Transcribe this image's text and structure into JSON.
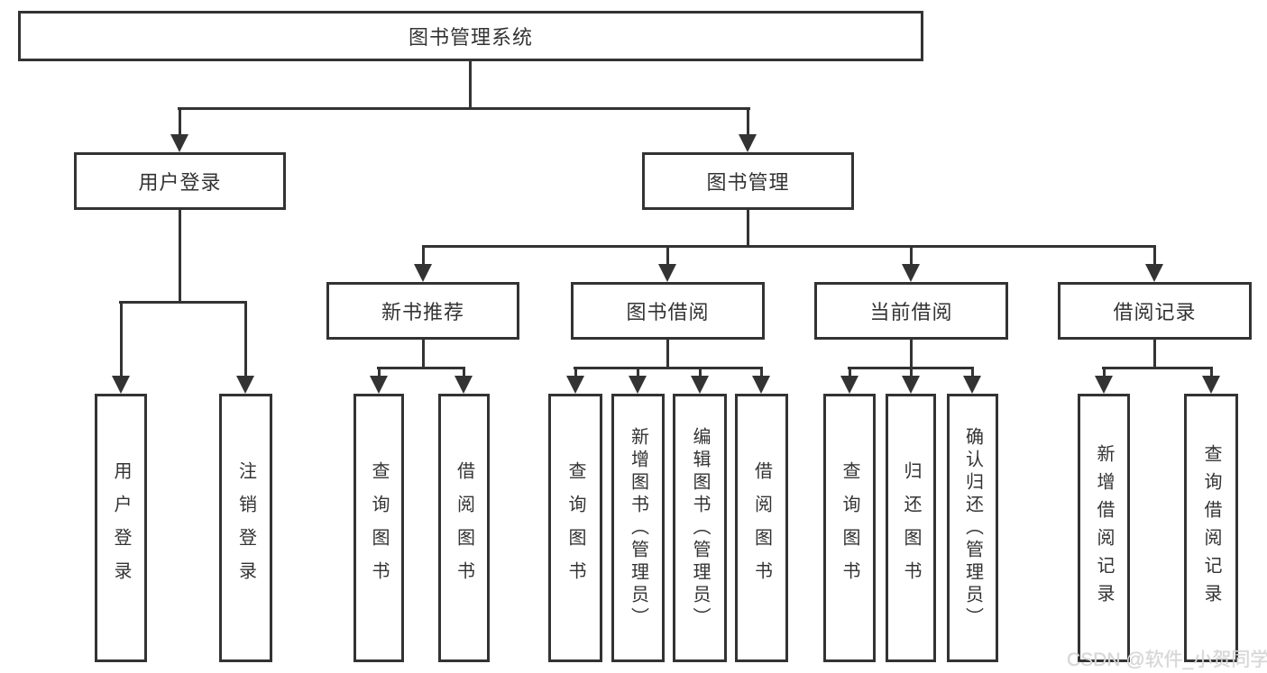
{
  "diagram": {
    "title": "图书管理系统",
    "root": {
      "label": "图书管理系统"
    },
    "branches": [
      {
        "label": "用户登录",
        "children": [
          {
            "label": "用户登录"
          },
          {
            "label": "注销登录"
          }
        ]
      },
      {
        "label": "图书管理",
        "children": [
          {
            "label": "新书推荐",
            "children": [
              {
                "label": "查询图书"
              },
              {
                "label": "借阅图书"
              }
            ]
          },
          {
            "label": "图书借阅",
            "children": [
              {
                "label": "查询图书"
              },
              {
                "label": "新增图书（管理员）"
              },
              {
                "label": "编辑图书（管理员）"
              },
              {
                "label": "借阅图书"
              }
            ]
          },
          {
            "label": "当前借阅",
            "children": [
              {
                "label": "查询图书"
              },
              {
                "label": "归还图书"
              },
              {
                "label": "确认归还（管理员）"
              }
            ]
          },
          {
            "label": "借阅记录",
            "children": [
              {
                "label": "新增借阅记录"
              },
              {
                "label": "查询借阅记录"
              }
            ]
          }
        ]
      }
    ]
  },
  "colors": {
    "line": "#333333",
    "text": "#333333",
    "background": "#ffffff",
    "watermark": "#d7d7d7"
  },
  "watermark": {
    "text": "CSDN @软件_小贺同学"
  }
}
